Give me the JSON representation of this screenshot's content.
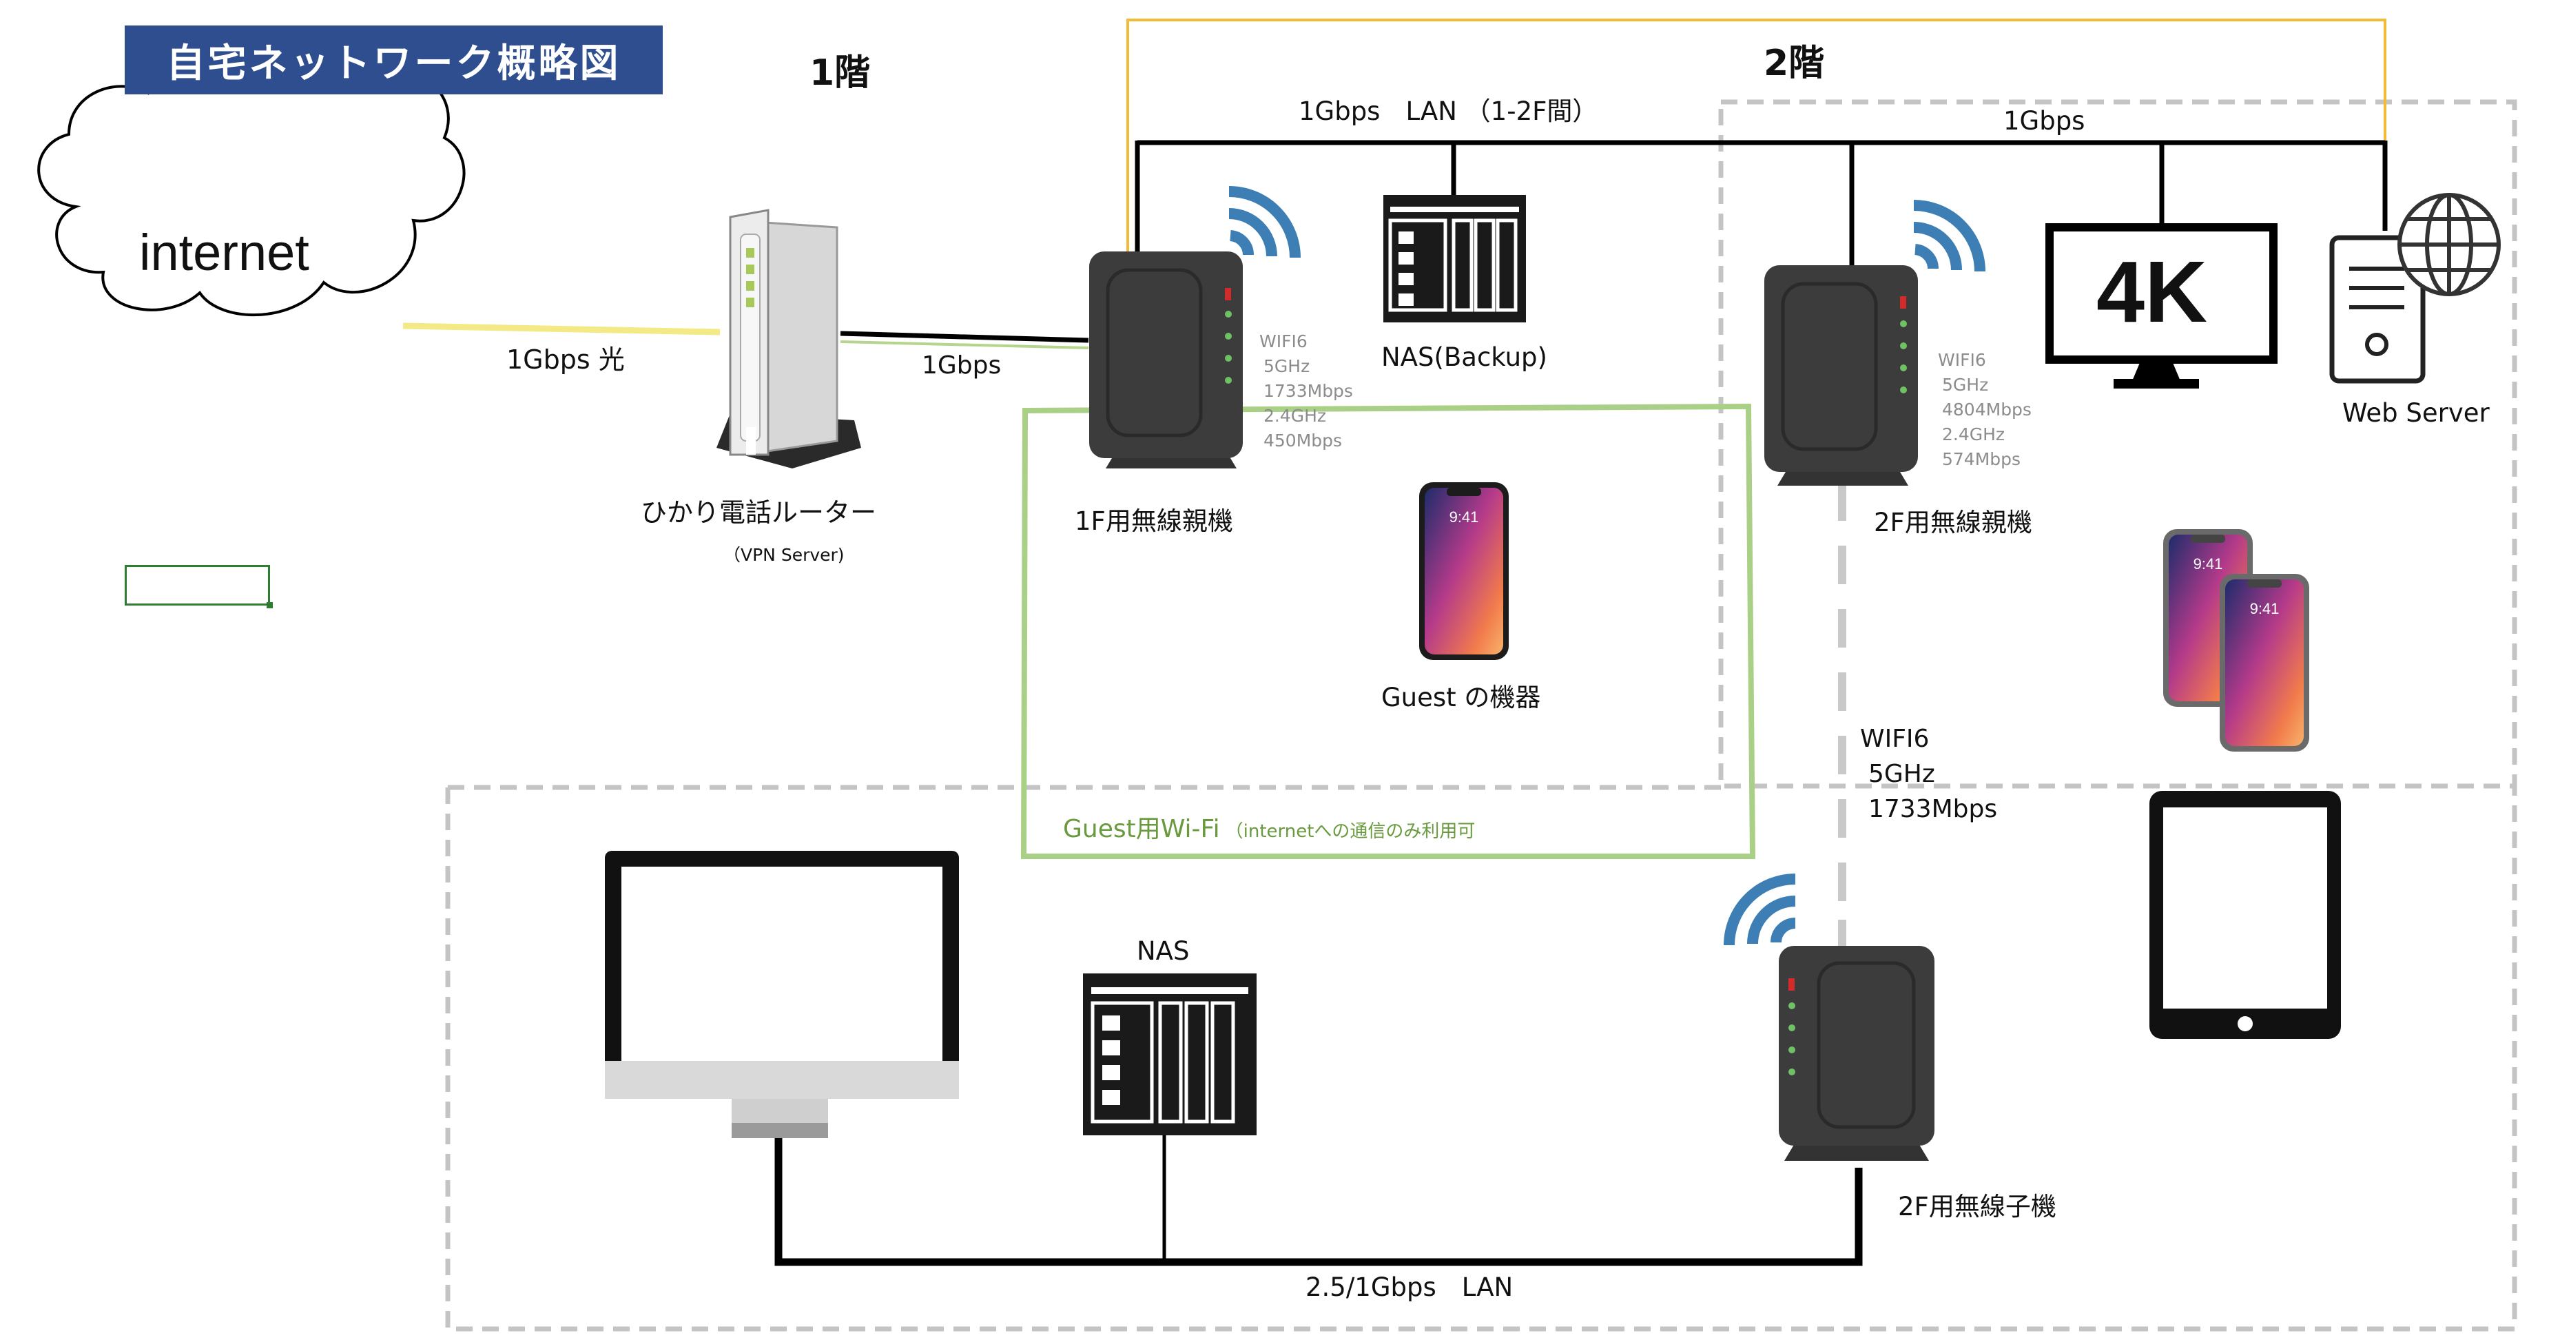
{
  "title": "自宅ネットワーク概略図",
  "floors": {
    "first": "1階",
    "second": "2階"
  },
  "cloud": {
    "label": "internet"
  },
  "links": {
    "fiber": "1Gbps 光",
    "router_to_ap": "1Gbps",
    "lan_1f_2f": "1Gbps　LAN （1-2F間）",
    "lan_2f": "1Gbps",
    "lan_bottom": "2.5/1Gbps　LAN"
  },
  "router": {
    "name": "ひかり電話ルーター",
    "sub": "（VPN Server)"
  },
  "ap_1f": {
    "name": "1F用無線親機",
    "specs": [
      "WIFI6",
      "5GHz",
      "1733Mbps",
      "2.4GHz",
      "450Mbps"
    ]
  },
  "nas_backup": {
    "name": "NAS(Backup)"
  },
  "guest_device": {
    "name": "Guest の機器"
  },
  "guest_wifi": {
    "name": "Guest用Wi-Fi",
    "note": "（internetへの通信のみ利用可"
  },
  "ap_2f": {
    "name": "2F用無線親機",
    "specs": [
      "WIFI6",
      "5GHz",
      "4804Mbps",
      "2.4GHz",
      "574Mbps"
    ]
  },
  "tv": {
    "label": "4K"
  },
  "web_server": {
    "name": "Web Server"
  },
  "mesh_link": {
    "specs": [
      "WIFI6",
      "5GHz",
      "1733Mbps"
    ]
  },
  "extender_2f": {
    "name": "2F用無線子機"
  },
  "nas": {
    "name": "NAS"
  },
  "phone_screen": {
    "time": "9:41"
  },
  "colors": {
    "title_bg": "#2f4e8f",
    "wire": "#000000",
    "fiber": "#f5ec8a",
    "orange_link": "#f2bb3a",
    "guest": "#a9cd84",
    "zone": "#bdbdbd",
    "wifi": "#3d7fb5"
  }
}
